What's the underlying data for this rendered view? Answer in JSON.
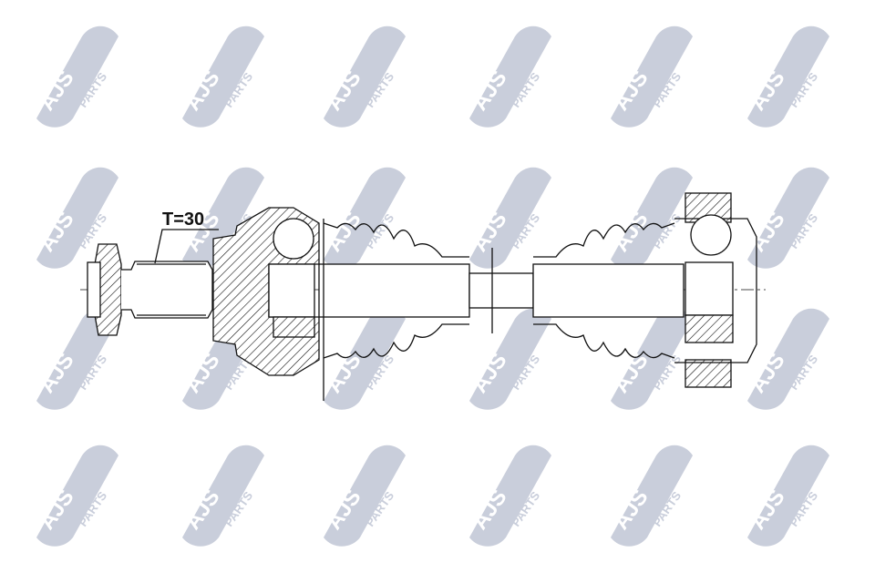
{
  "watermark": {
    "brand": "AJS",
    "suffix": "PARTS",
    "color": "#c9cedb"
  },
  "drawing": {
    "annotation": "T=30",
    "line_color": "#111111"
  }
}
